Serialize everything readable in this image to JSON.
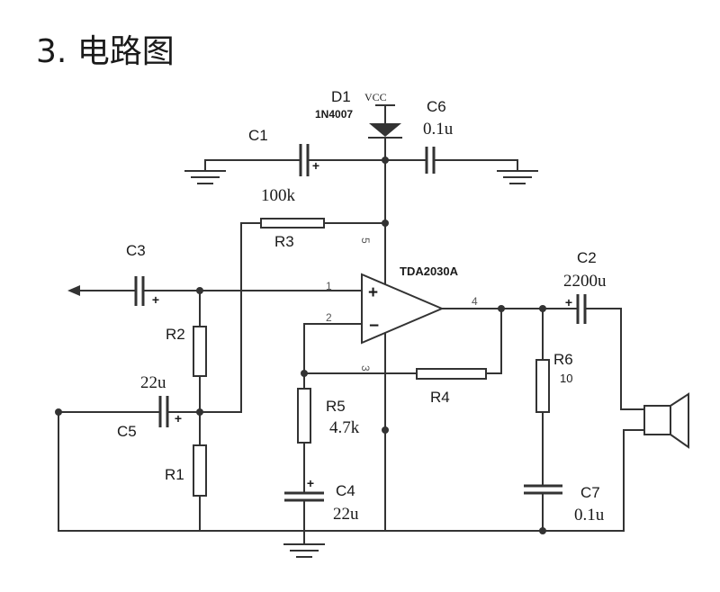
{
  "title": "3. 电路图",
  "supply": "VCC",
  "symbols": {
    "plus": "+",
    "minus": "−"
  },
  "components": {
    "d1": {
      "ref": "D1",
      "part": "1N4007"
    },
    "c1": {
      "ref": "C1"
    },
    "c6": {
      "ref": "C6",
      "value": "0.1u"
    },
    "r3": {
      "ref": "R3",
      "value": "100k"
    },
    "c3": {
      "ref": "C3"
    },
    "u1": {
      "part": "TDA2030A",
      "pins": {
        "pin1": "1",
        "pin2": "2",
        "pin3": "3",
        "pin4": "4",
        "pin5": "5"
      }
    },
    "c2": {
      "ref": "C2",
      "value": "2200u"
    },
    "r2": {
      "ref": "R2"
    },
    "c5": {
      "ref": "C5",
      "value": "22u"
    },
    "r1": {
      "ref": "R1"
    },
    "r5": {
      "ref": "R5",
      "value": "4.7k"
    },
    "r4": {
      "ref": "R4"
    },
    "r6": {
      "ref": "R6",
      "value": "10"
    },
    "c4": {
      "ref": "C4",
      "value": "22u"
    },
    "c7": {
      "ref": "C7",
      "value": "0.1u"
    }
  },
  "colors": {
    "wire": "#333333",
    "text": "#1a1a1a",
    "background": "#ffffff"
  }
}
